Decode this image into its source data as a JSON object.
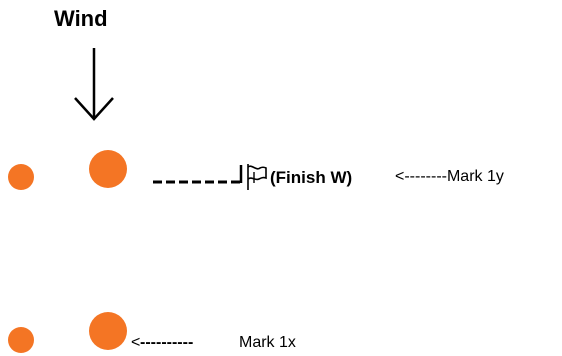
{
  "wind": {
    "label": "Wind"
  },
  "finish": {
    "label": "(Finish W)"
  },
  "marks": {
    "mark_1y": "<--------Mark 1y",
    "mark_1x_arrow_head": "<",
    "mark_1x_dashes": "----------",
    "mark_1x": "Mark 1x"
  },
  "colors": {
    "buoy": "#f47524",
    "text": "#000000",
    "background": "#ffffff"
  },
  "icons": [
    "down-arrow-icon",
    "flag-icon"
  ]
}
